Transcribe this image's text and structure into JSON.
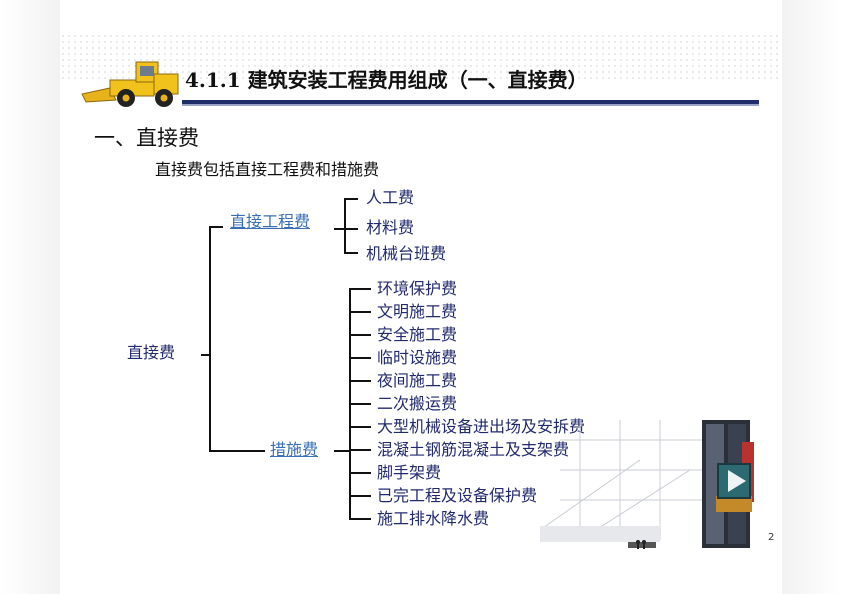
{
  "title": "4.1.1  建筑安装工程费用组成（一、直接费）",
  "heading": "一、直接费",
  "subtitle": "直接费包括直接工程费和措施费",
  "tree": {
    "root": "直接费",
    "branches": [
      {
        "label": "直接工程费",
        "items": [
          "人工费",
          "材料费",
          "机械台班费"
        ]
      },
      {
        "label": "措施费",
        "items": [
          "环境保护费",
          "文明施工费",
          "安全施工费",
          "临时设施费",
          "夜间施工费",
          "二次搬运费",
          "大型机械设备进出场及安拆费",
          "混凝土钢筋混凝土及支架费",
          "脚手架费",
          "已完工程及设备保护费",
          "施工排水降水费"
        ]
      }
    ]
  },
  "page_number": "2",
  "colors": {
    "title_rule": "#1f2d6b",
    "tree_text": "#222a6e",
    "link": "#3a6fb5"
  },
  "icons": [
    "wheel-loader-icon",
    "building-illustration",
    "play-icon"
  ]
}
